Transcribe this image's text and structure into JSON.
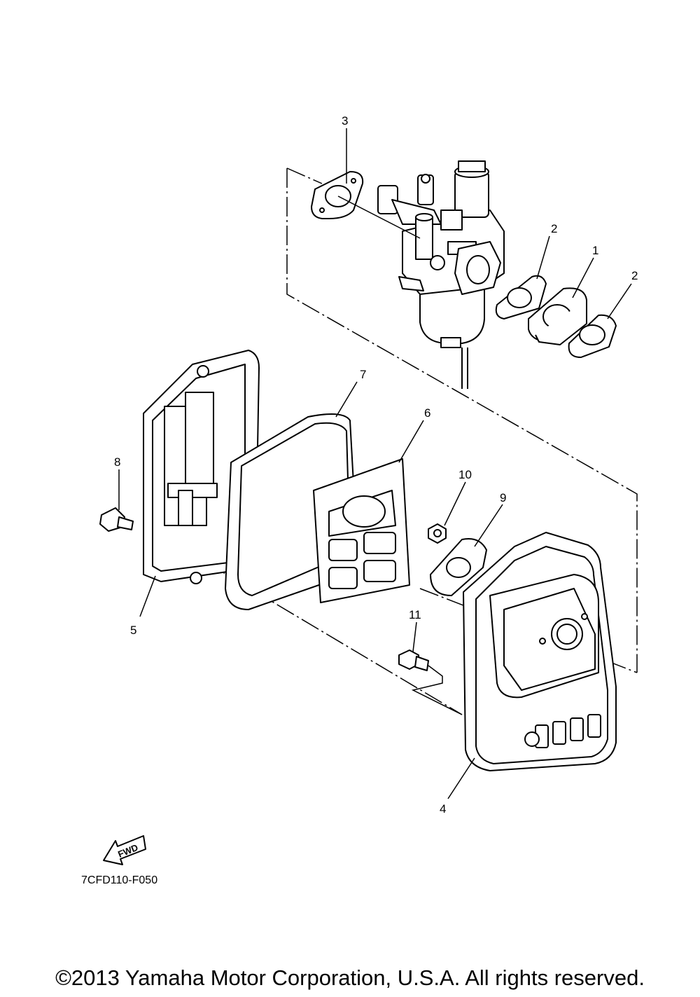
{
  "callouts": {
    "c1": "1",
    "c2a": "2",
    "c2b": "2",
    "c3": "3",
    "c4": "4",
    "c5": "5",
    "c6": "6",
    "c7": "7",
    "c8": "8",
    "c9": "9",
    "c10": "10",
    "c11": "11"
  },
  "fwd_label": "FWD",
  "diagram_code": "7CFD110-F050",
  "copyright": "©2013 Yamaha Motor Corporation, U.S.A. All rights reserved."
}
